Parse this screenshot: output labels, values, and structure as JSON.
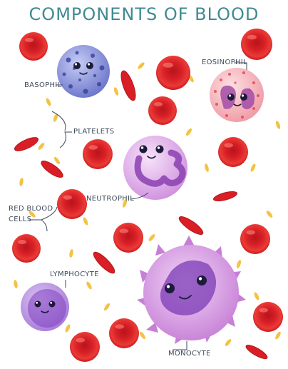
{
  "title": "COMPONENTS OF BLOOD",
  "labels": {
    "basophil": "BASOPHIL",
    "eosinophil": "EOSINOPHIL",
    "platelets": "PLATELETS",
    "neutrophil": "NEUTROPHIL",
    "red_blood_cells_line1": "RED BLOOD",
    "red_blood_cells_line2": "CELLS",
    "lymphocyte": "LYMPHOCYTE",
    "monocyte": "MONOCYTE"
  },
  "colors": {
    "title": "#3f8b91",
    "label": "#3d4a5a",
    "red_cell": "#e2262b",
    "basophil": "#7d86d6",
    "eosinophil": "#f2a4ad",
    "neutrophil": "#c77ad6",
    "lymphocyte": "#8c55c7",
    "monocyte": "#b964c9",
    "platelet": "#f3c346"
  }
}
